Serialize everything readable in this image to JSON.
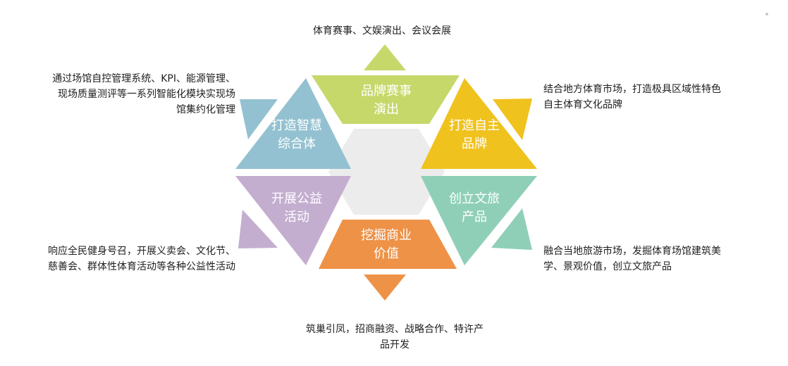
{
  "center_label": "",
  "segments": [
    {
      "id": "top",
      "line1": "品牌赛事",
      "line2": "演出",
      "color": "#c6d86a",
      "annotation": [
        "体育赛事、文娱演出、会议会展"
      ]
    },
    {
      "id": "upper-right",
      "line1": "打造自主",
      "line2": "品牌",
      "color": "#f0c21e",
      "annotation": [
        "结合地方体育市场，打造极具区域性特色",
        "自主体育文化品牌"
      ]
    },
    {
      "id": "lower-right",
      "line1": "创立文旅",
      "line2": "产品",
      "color": "#8fcfb8",
      "annotation": [
        "融合当地旅游市场，发掘体育场馆建筑美",
        "学、景观价值，创立文旅产品"
      ]
    },
    {
      "id": "bottom",
      "line1": "挖掘商业",
      "line2": "价值",
      "color": "#ee9248",
      "annotation": [
        "筑巢引凤，招商融资、战略合作、特许产",
        "品开发"
      ]
    },
    {
      "id": "lower-left",
      "line1": "开展公益",
      "line2": "活动",
      "color": "#c4aed0",
      "annotation": [
        "响应全民健身号召，开展义卖会、文化节、",
        "慈善会、群体性体育活动等各种公益性活动"
      ]
    },
    {
      "id": "upper-left",
      "line1": "打造智慧",
      "line2": "综合体",
      "color": "#93c1d1",
      "annotation": [
        "通过场馆自控管理系统、KPI、能源管理、",
        "现场质量测评等一系列智能化模块实现场",
        "馆集约化管理"
      ]
    }
  ],
  "center_color": "#ececec"
}
